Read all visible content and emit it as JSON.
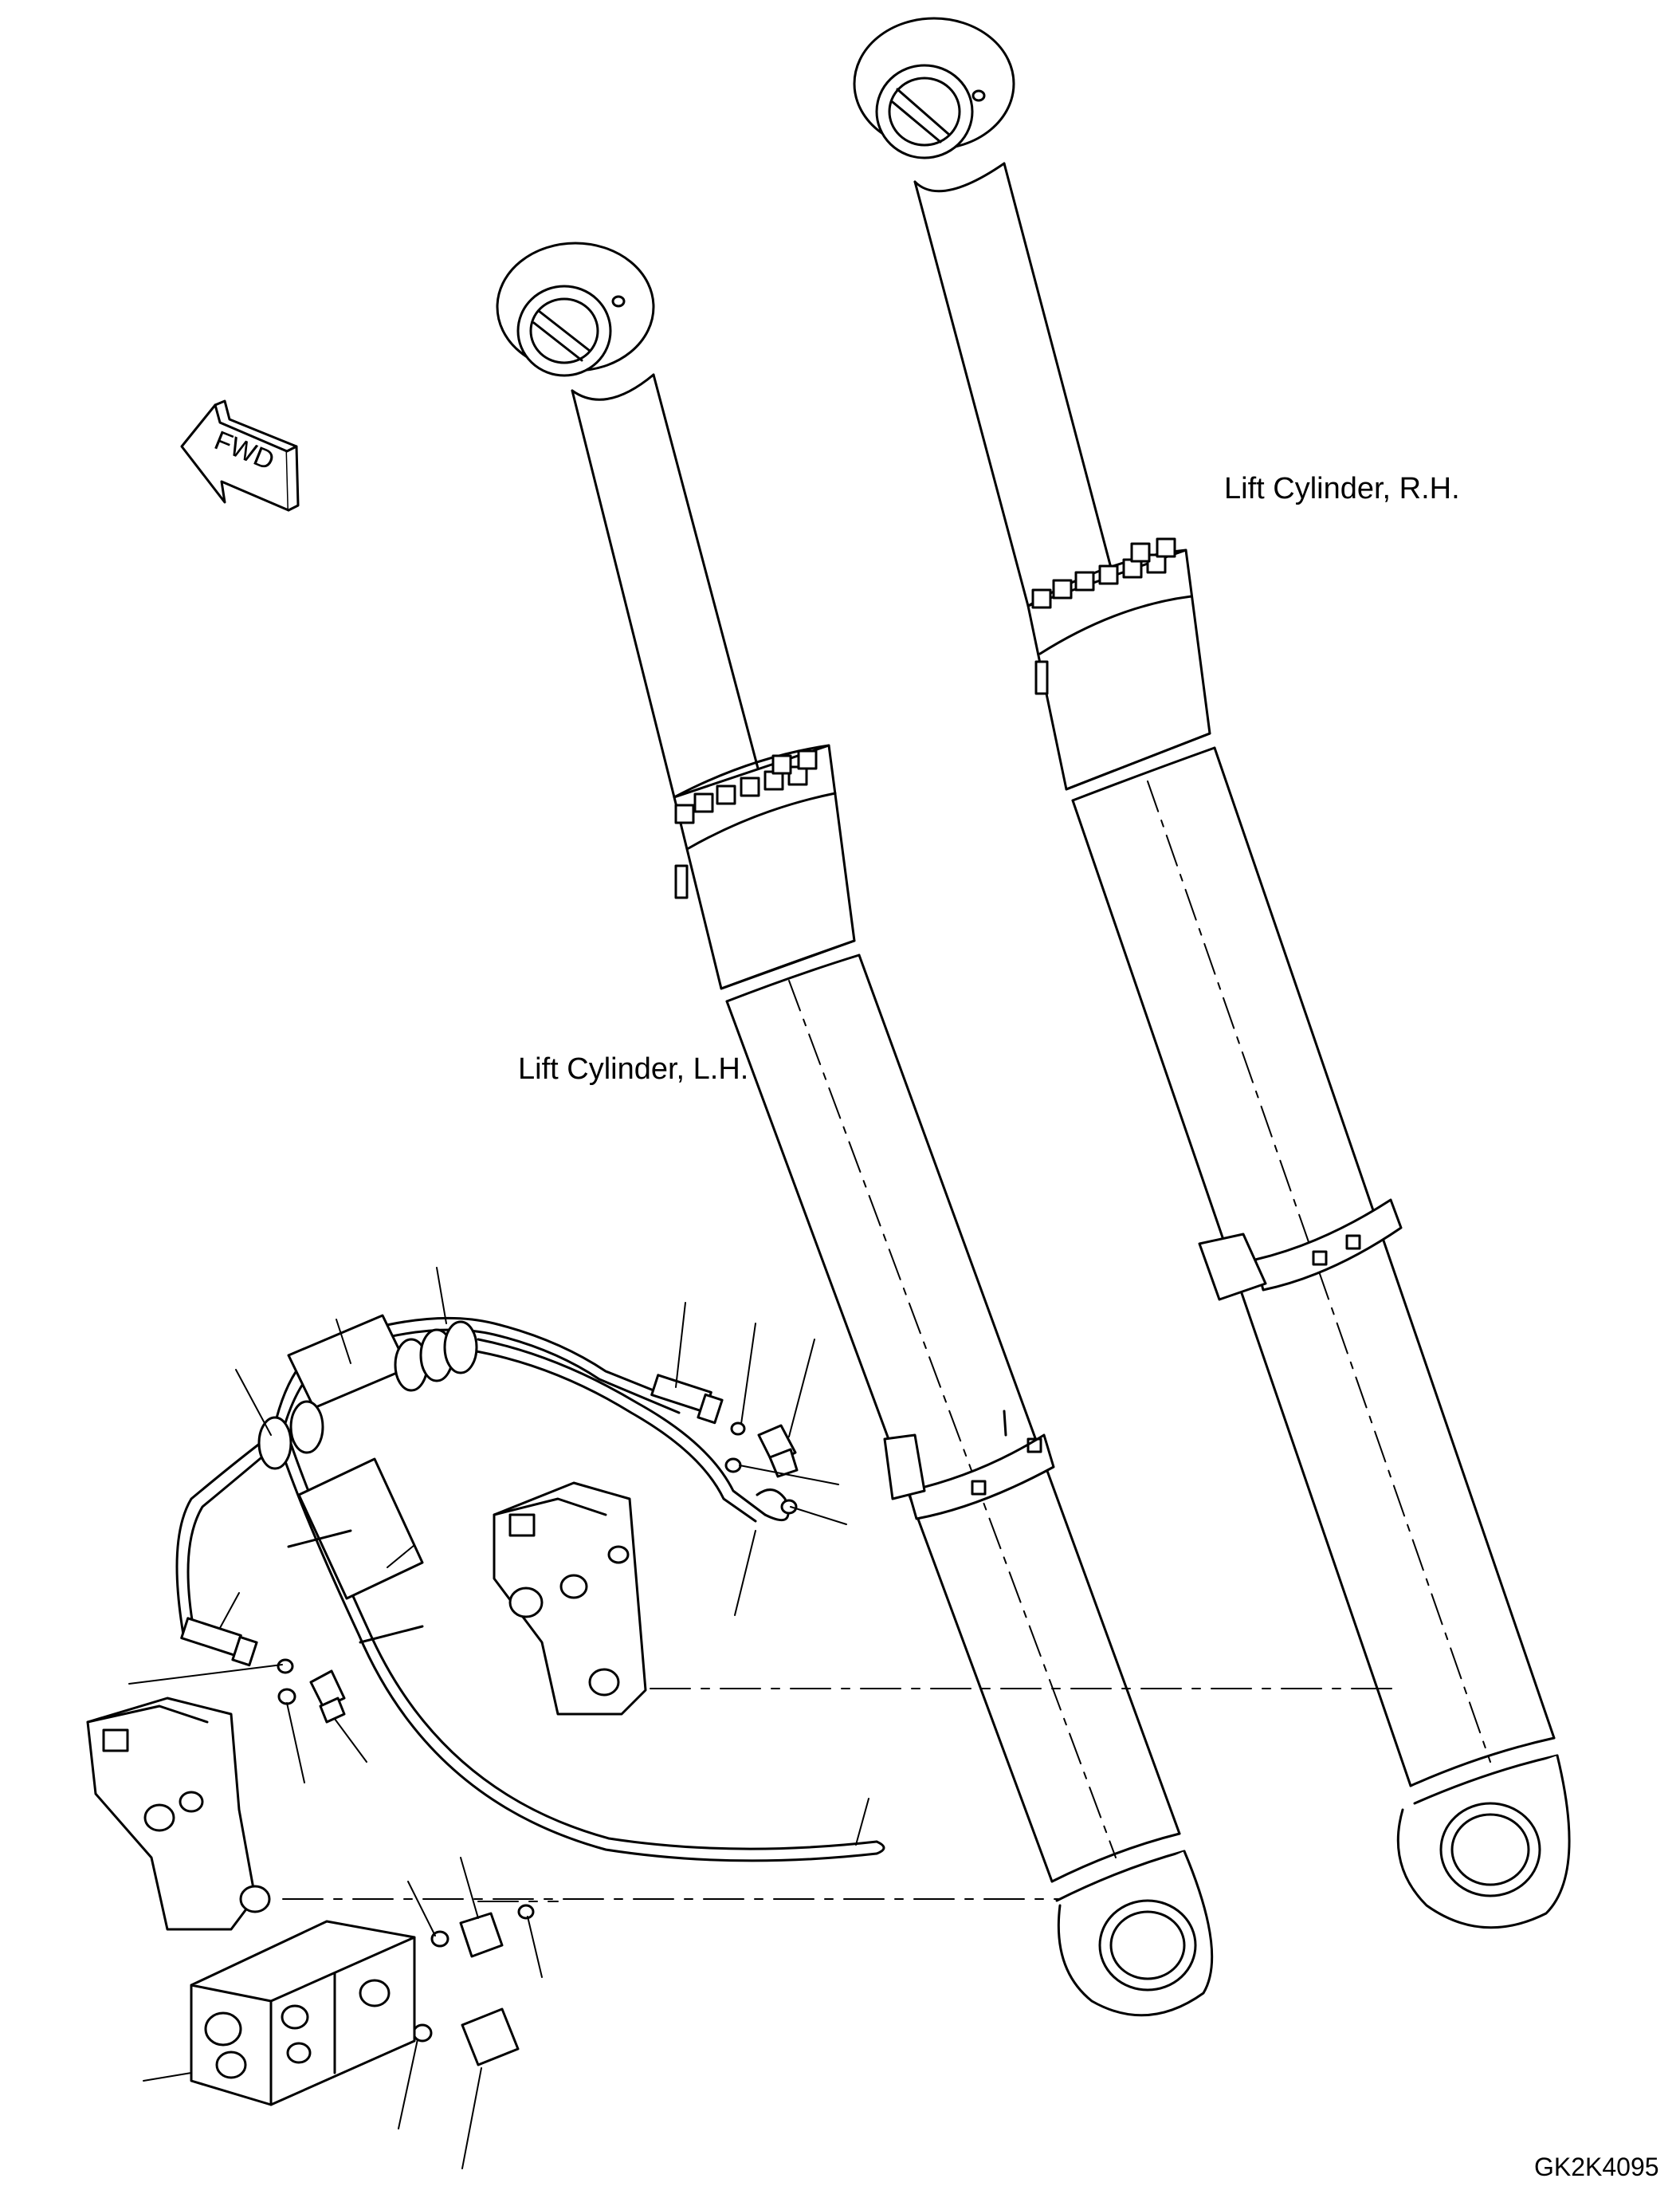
{
  "labels": {
    "lift_cylinder_rh": "Lift Cylinder, R.H.",
    "lift_cylinder_lh": "Lift Cylinder, L.H.",
    "fwd_arrow": "FWD",
    "drawing_number": "GK2K4095"
  },
  "colors": {
    "line": "#000000",
    "background": "#ffffff"
  }
}
